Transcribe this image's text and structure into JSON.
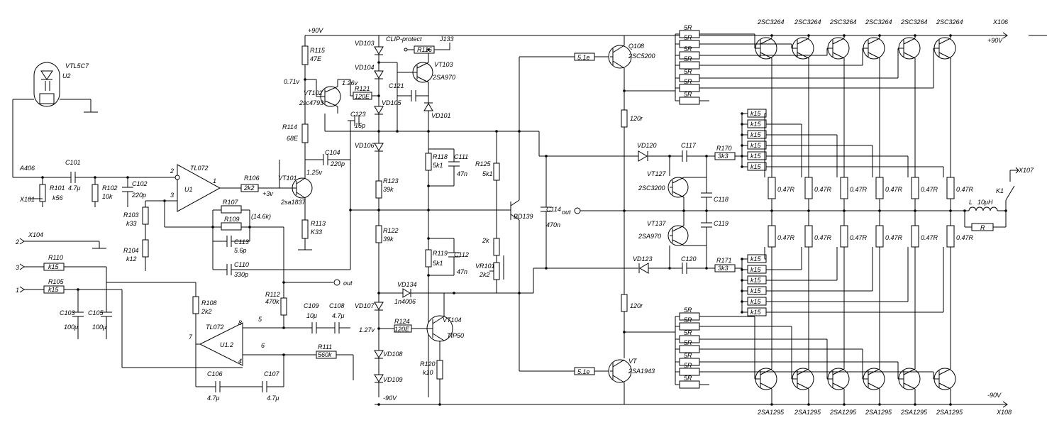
{
  "rails": {
    "pos_main": "+90V",
    "neg_main": "-90V",
    "pos_out": "+90V",
    "neg_out": "-90V",
    "x106": "X106",
    "x108": "X108",
    "x107": "X107",
    "k1": "K1"
  },
  "inputs": {
    "a406": "A406",
    "x101": "X101",
    "x104": "X104",
    "pin1": "1",
    "pin2": "2",
    "pin3": "3"
  },
  "optocoupler": {
    "ref": "U2",
    "part": "VTL5C7"
  },
  "opamp1": {
    "part": "TL072",
    "ref": "U1",
    "pin2": "2",
    "pin3": "3",
    "pin1": "1"
  },
  "opamp2": {
    "part": "TL072",
    "ref": "U1.2",
    "pin5": "5",
    "pin6": "6",
    "pin7": "7",
    "pin8": "8",
    "pin4": "4"
  },
  "resistors": {
    "r101": "R101",
    "r101v": "k56",
    "r102": "R102",
    "r102v": "10k",
    "r103": "R103",
    "r103v": "k33",
    "r104": "R104",
    "r104v": "k12",
    "r105": "R105",
    "r105v": "k15",
    "r106": "R106",
    "r106v": "2k2",
    "r107": "R107",
    "r107n": "(14.6k)",
    "r108": "R108",
    "r108v": "2k2",
    "r109": "R109",
    "r110": "R110",
    "r110v": "k15",
    "r111": "R111",
    "r111v": "560k",
    "r112": "R112",
    "r112v": "470k",
    "r113": "R113",
    "r113v": "K33",
    "r114": "R114",
    "r114v": "68E",
    "r115": "R115",
    "r115v": "47E",
    "r116": "R116",
    "r118": "R118",
    "r118v": "5k1",
    "r119": "R119",
    "r119v": "5k1",
    "r120": "R120",
    "r120v": "k10",
    "r121": "R121",
    "r121v": "120E",
    "r122": "R122",
    "r122v": "39k",
    "r123": "R123",
    "r123v": "39k",
    "r124": "R124",
    "r124v": "120E",
    "r125": "R125",
    "r125v": "5k1",
    "r170": "R170",
    "r170v": "3k3",
    "r171": "R171",
    "r171v": "3k3",
    "r2k": "2k",
    "vr101": "VR101",
    "vr101v": "2k2",
    "r120r": "120r",
    "r51e": "5.1e",
    "r5r": "5R",
    "rk15": "k15",
    "r047": "0.47R",
    "rfb": "R"
  },
  "capacitors": {
    "c101": "C101",
    "c101v": "4.7μ",
    "c102": "C102",
    "c102v": "220p",
    "c103": "C103",
    "c103v": "100μ",
    "c104": "C104",
    "c104v": "220p",
    "c105": "C105",
    "c105v": "100μ",
    "c106": "C106",
    "c106v": "4.7μ",
    "c107": "C107",
    "c107v": "4.7μ",
    "c108": "C108",
    "c108v": "4.7μ",
    "c109": "C109",
    "c109v": "10μ",
    "c110": "C110",
    "c110v": "330p",
    "c111": "C111",
    "c111v": "47n",
    "c112": "C112",
    "c112v": "47n",
    "c113": "C113",
    "c113v": "5.6p",
    "c114": "C114",
    "c114v": "470n",
    "c117": "C117",
    "c118": "C118",
    "c119": "C119",
    "c120": "C120",
    "c121": "C121",
    "c123": "C123",
    "c123v": "15p"
  },
  "diodes": {
    "vd101": "VD101",
    "vd103": "VD103",
    "vd104": "VD104",
    "vd105": "VD105",
    "vd106": "VD106",
    "vd107": "VD107",
    "vd108": "VD108",
    "vd109": "VD109",
    "vd120": "VD120",
    "vd123": "VD123",
    "vd134": "VD134",
    "vd134v": "1n4006"
  },
  "transistors": {
    "vt101": "VT101",
    "vt101p": "2sa1837",
    "vt102": "VT102",
    "vt102p": "2sc4793",
    "vt103": "VT103",
    "vt103p": "2SA970",
    "vt104": "VT104",
    "vt104p": "TIP50",
    "vt127": "VT127",
    "vt127p": "2SC3200",
    "vt137": "VT137",
    "vt137p": "2SA970",
    "q108": "Q108",
    "q108p": "2SC5200",
    "vt": "VT",
    "vtp": "2SA1943",
    "bd139": "BD139",
    "npn_out": "2SC3264",
    "pnp_out": "2SA1295"
  },
  "misc": {
    "clip": "CLIP-protect",
    "j133": "J133",
    "out": "out",
    "v071": "0.71v",
    "v126": "1.26v",
    "v125": "1.25v",
    "v3": "+3v",
    "v127": "1.27v",
    "inductor": "L",
    "inductor_v": "10μH",
    "c114out": "out"
  }
}
